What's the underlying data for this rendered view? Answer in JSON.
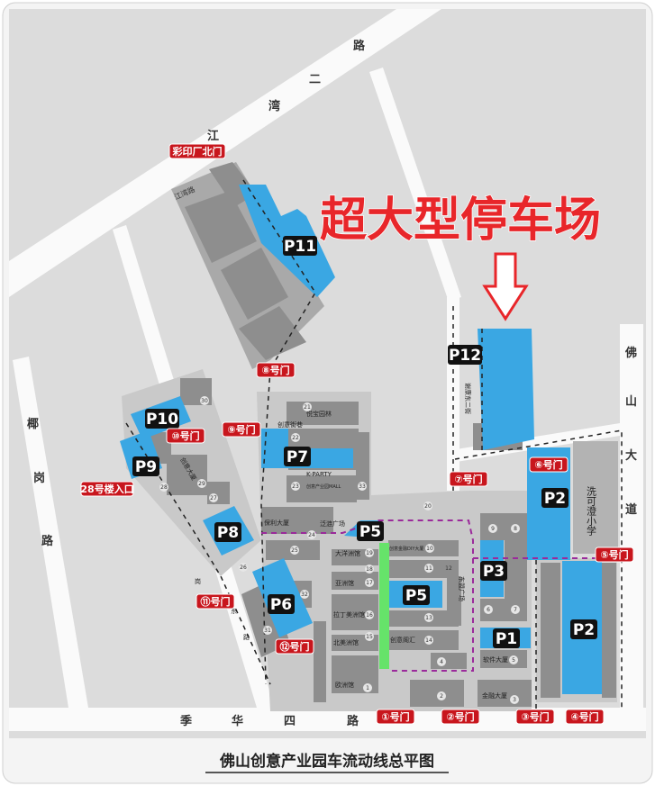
{
  "title": "佛山创意产业园车流动线总平图",
  "headline": "超大型停车场",
  "roads": {
    "jianwan": [
      "江",
      "湾",
      "二",
      "路"
    ],
    "jihua": [
      "季",
      "华",
      "四",
      "路"
    ],
    "foshan": [
      "佛",
      "山",
      "大",
      "道"
    ],
    "yegang": [
      "椰",
      "岗",
      "路"
    ],
    "side": [
      "岗",
      "东",
      "路"
    ],
    "xiekang": "谢康东二街",
    "jiangwan_lu": "江湾路"
  },
  "parking": {
    "p1": "P1",
    "p2a": "P2",
    "p2b": "P2",
    "p3": "P3",
    "p5a": "P5",
    "p5b": "P5",
    "p6": "P6",
    "p7": "P7",
    "p8": "P8",
    "p9": "P9",
    "p10": "P10",
    "p11": "P11",
    "p12": "P12"
  },
  "gates": {
    "north": "彩印厂北门",
    "g1": "①号门",
    "g2": "②号门",
    "g3": "③号门",
    "g4": "④号门",
    "g5": "⑤号门",
    "g6": "⑥号门",
    "g7": "⑦号门",
    "g8": "⑧号门",
    "g9": "⑨号门",
    "g10": "⑩号门",
    "g11": "⑪号门",
    "g12": "⑫号门",
    "b28": "28号楼入口"
  },
  "school": "洗可澄小学",
  "buildings": {
    "b24": "保利大厦",
    "plaza": "泛涟广场",
    "b19": "大洋洲馆",
    "b17": "亚洲馆",
    "b16": "拉丁美洲馆",
    "b15": "北美洲馆",
    "b1": "欧洲馆",
    "b5": "软件大厦",
    "b3": "金融大厦",
    "b14": "创意阁汇",
    "b10": "创意金融DIY大厦",
    "kparty": "K-PARTY",
    "mall": "创意产业园MALL",
    "b29": "创意大厦",
    "dongmeng": "东盟广场",
    "b21": "悦宝园林",
    "cafe": "创意街巷"
  },
  "numbers": [
    "1",
    "2",
    "3",
    "4",
    "5",
    "6",
    "7",
    "8",
    "9",
    "10",
    "11",
    "12",
    "13",
    "14",
    "15",
    "16",
    "17",
    "18",
    "19",
    "20",
    "21",
    "22",
    "23",
    "24",
    "25",
    "26",
    "27",
    "28",
    "29",
    "30",
    "31",
    "32",
    "33"
  ]
}
